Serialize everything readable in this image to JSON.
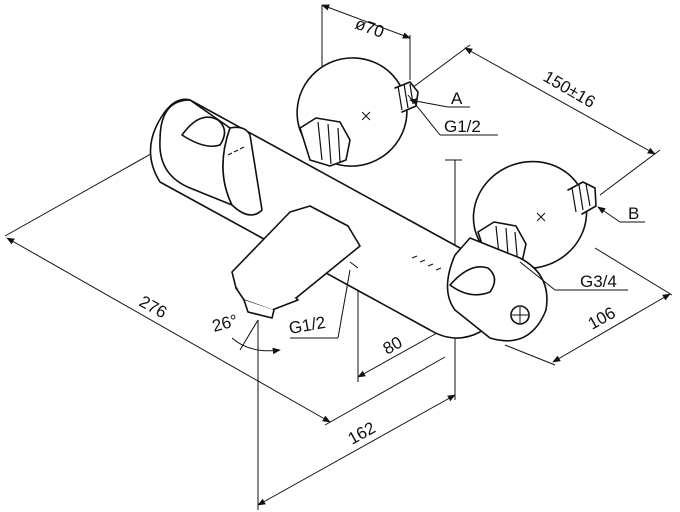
{
  "dimensions": {
    "flange_diameter": "ø70",
    "center_distance": "150±16",
    "length_total": "276",
    "depth_162": "162",
    "depth_80": "80",
    "depth_106": "106",
    "spout_angle": "26°"
  },
  "connections": {
    "inlet_a": "A",
    "inlet_b": "B",
    "thread_inlet": "G1/2",
    "thread_outlet": "G3/4",
    "thread_spout": "G1/2"
  }
}
